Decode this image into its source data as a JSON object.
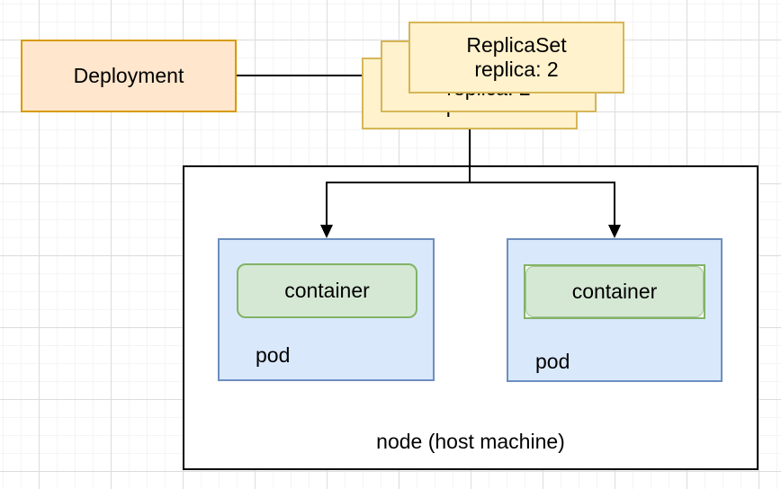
{
  "diagram": {
    "deployment": {
      "label": "Deployment"
    },
    "replicaset": {
      "title": "ReplicaSet",
      "replicas": "replica: 2"
    },
    "node": {
      "label": "node (host machine)"
    },
    "pods": [
      {
        "label": "pod",
        "container": "container"
      },
      {
        "label": "pod",
        "container": "container"
      }
    ]
  },
  "colors": {
    "deployment_fill": "#FFE6CC",
    "deployment_stroke": "#D79B00",
    "replicaset_fill": "#FFF2CC",
    "replicaset_stroke": "#D6B656",
    "pod_fill": "#DAE8FC",
    "pod_stroke": "#6C8EBF",
    "container_fill": "#D5E8D4",
    "container_stroke": "#82B366",
    "node_fill": "#FFFFFF",
    "node_stroke": "#000000",
    "connector": "#000000",
    "grid_major": "#DCDCDC",
    "grid_minor": "#F4F4F4"
  }
}
